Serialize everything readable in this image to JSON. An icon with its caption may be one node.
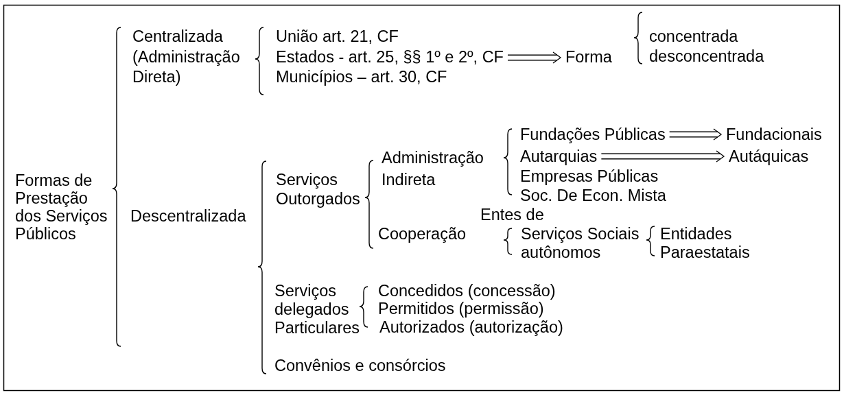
{
  "diagram": {
    "nodes": [
      {
        "text": [
          "Estados - art. 25, §§ 1º e 2º, CF"
        ]
      },
      {
        "text": [
          "Forma"
        ]
      },
      {
        "text": [
          "Fundações Públicas"
        ]
      },
      {
        "text": [
          "Fundacionais"
        ]
      },
      {
        "text": [
          "Autarquias"
        ]
      },
      {
        "text": [
          "Autáquicas"
        ]
      }
    ],
    "edges": [
      {
        "from": 0,
        "to": 1,
        "arrow": "to"
      },
      {
        "from": 2,
        "to": 3,
        "arrow": "to"
      },
      {
        "from": 4,
        "to": 5,
        "arrow": "to"
      }
    ],
    "labels": [
      "Formas de Prestação dos Serviços Públicos",
      "Centralizada (Administração Direta)",
      "União art. 21, CF",
      "Municípios – art. 30, CF",
      "concentrada",
      "desconcentrada",
      "Descentralizada",
      "Serviços Outorgados",
      "Administração Indireta",
      "Empresas Públicas",
      "Soc. De Econ. Mista",
      "Cooperação",
      "Entes de",
      "Serviços Sociais autônomos",
      "Entidades Paraestatais",
      "Serviços delegados Particulares",
      "Concedidos (concessão)",
      "Permitidos (permissão)",
      "Autorizados (autorização)",
      "Convênios e consórcios"
    ]
  }
}
